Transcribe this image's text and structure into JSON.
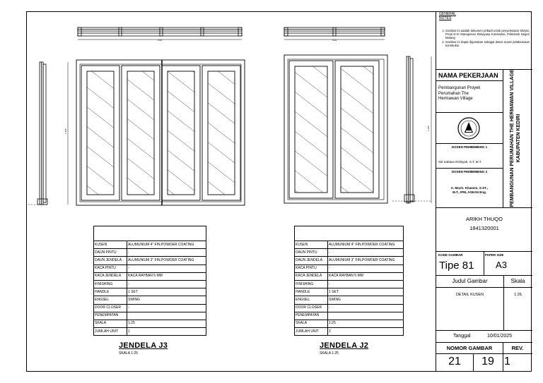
{
  "notes": {
    "heading": "GENERAL NOTES",
    "items": [
      "Gambar ini adalah dokumen pribadi untuk penyelesaian Skripsi, Prodi D-IV Manajemen Rekayasa Konstruksi, Politeknik Negeri Malang",
      "Gambar ini dapat digunakan sebagai dasar acuan pelaksanaan konstruksi."
    ]
  },
  "project": {
    "label": "NAMA PEKERJAAN",
    "name": "Pembangunan Proyek Perumahan The Hermawan Village",
    "vertical_title": "PEMBANGUNAN PERUMAHAN THE HERMAWAN VILLAGE KABUPATEN KEDIRI"
  },
  "supervisors": {
    "label1": "DOSEN PEMBIMBING 1",
    "name1": "Siti Safatun Rizkiyah, S.T, M.T.",
    "label2": "DOSEN PEMBIMBING 2",
    "name2_line1": "Ir. Moch. Khamim, S.ST.,",
    "name2_line2": "M.T., IPM, ASEAN Eng."
  },
  "author": {
    "name": "ARIKH THUQO",
    "nim": "1841320001"
  },
  "codes": {
    "kode_label": "KODE GAMBAR",
    "kode_value": "Tipe 81",
    "paper_label": "PAPER SIZE",
    "paper_value": "A3"
  },
  "drawing": {
    "judul_label": "Judul Gambar",
    "skala_label": "Skala",
    "judul_value": "DETAIL KUSEN",
    "skala_value": "1:25"
  },
  "date": {
    "label": "Tanggal",
    "value": "10/01/2025"
  },
  "number": {
    "nomor_label": "NOMOR GAMBAR",
    "rev_label": "REV.",
    "nomor_a": "21",
    "nomor_b": "19",
    "rev_value": "1"
  },
  "dims": {
    "j3_width": "9.05",
    "j3_height": "1.455",
    "j2_width": "6.93",
    "j2_height": "1.455"
  },
  "tables": [
    {
      "title": "JENDELA J3",
      "scale": "SKALA 1:25",
      "rows": [
        [
          "KUSEN",
          "ALUMUNIUM 4\" FIN.POWDER COATING"
        ],
        [
          "DAUN PINTU",
          "-"
        ],
        [
          "DAUN JENDELA",
          "ALUMUNIUM 3\" FIN.POWDER COATING"
        ],
        [
          "KACA PINTU",
          "-"
        ],
        [
          "KACA JENDELA",
          "KACA RAYBAN 5 MM"
        ],
        [
          "FINISHING",
          "-"
        ],
        [
          "HANDLE",
          "1 SET"
        ],
        [
          "ENGSEL",
          "SWING"
        ],
        [
          "DOOR CLOSER",
          "-"
        ],
        [
          "PENEMPATAN",
          ""
        ],
        [
          "SKALA",
          "1:25"
        ],
        [
          "JUMLAH UNIT",
          "1"
        ]
      ]
    },
    {
      "title": "JENDELA J2",
      "scale": "SKALA 1:25",
      "rows": [
        [
          "KUSEN",
          "ALUMUNIUM 4\" FIN.POWDER COATING"
        ],
        [
          "DAUN PINTU",
          "-"
        ],
        [
          "DAUN JENDELA",
          "ALUMUNIUM 3\" FIN.POWDER COATING"
        ],
        [
          "KACA PINTU",
          "-"
        ],
        [
          "KACA JENDELA",
          "KACA RAYBAN 5 MM"
        ],
        [
          "FINISHING",
          "-"
        ],
        [
          "HANDLE",
          "1 SET"
        ],
        [
          "ENGSEL",
          "SWING"
        ],
        [
          "DOOR CLOSER",
          "-"
        ],
        [
          "PENEMPATAN",
          ""
        ],
        [
          "SKALA",
          "1:25"
        ],
        [
          "JUMLAH UNIT",
          "2"
        ]
      ]
    }
  ]
}
